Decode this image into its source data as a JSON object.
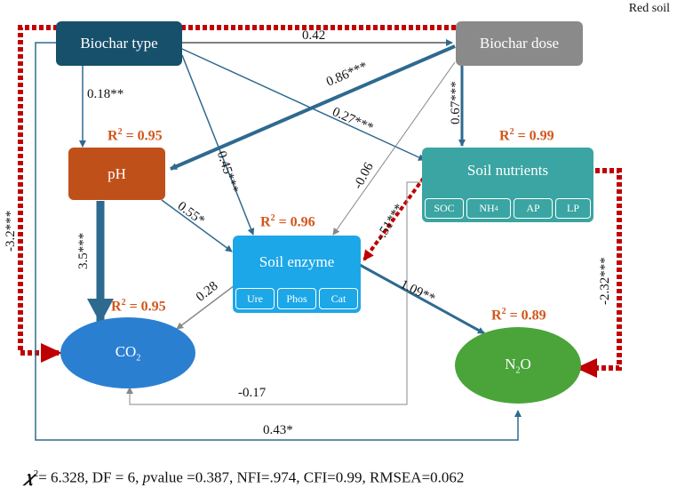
{
  "panel_label": "Red soil",
  "nodes": {
    "biochar_type": "Biochar type",
    "biochar_dose": "Biochar dose",
    "ph": "pH",
    "soil_nutrients": "Soil nutrients",
    "soil_enzyme": "Soil enzyme",
    "co2": "CO",
    "co2_sub": "2",
    "n2o_a": "N",
    "n2o_sub": "2",
    "n2o_b": "O"
  },
  "nutrient_items": [
    "SOC",
    "NH",
    "AP",
    "LP"
  ],
  "nutrient_nh4_sub": "4",
  "enzyme_items": [
    "Ure",
    "Phos",
    "Cat"
  ],
  "r2": {
    "ph": "R",
    "ph_val": " = 0.95",
    "soil_nutrients_val": " = 0.99",
    "soil_enzyme_val": " = 0.96",
    "co2_val": " = 0.95",
    "n2o_val": " = 0.89",
    "sup": "2"
  },
  "paths": [
    {
      "from": "Biochar type",
      "to": "Biochar dose",
      "coef": "0.42",
      "color": "#555555"
    },
    {
      "from": "Biochar type",
      "to": "pH",
      "coef": "0.18**",
      "color": "#2e6a8f"
    },
    {
      "from": "Biochar dose",
      "to": "pH",
      "coef": "0.86***",
      "color": "#2e6a8f"
    },
    {
      "from": "Biochar type",
      "to": "Soil nutrients",
      "coef": "0.27***",
      "color": "#2e6a8f"
    },
    {
      "from": "Biochar dose",
      "to": "Soil nutrients",
      "coef": "0.67***",
      "color": "#2e6a8f"
    },
    {
      "from": "Biochar type",
      "to": "Soil enzyme",
      "coef": "0.45***",
      "color": "#2e6a8f"
    },
    {
      "from": "Biochar dose",
      "to": "Soil enzyme",
      "coef": "-0.06",
      "color": "#888888"
    },
    {
      "from": "pH",
      "to": "Soil enzyme",
      "coef": "0.55*",
      "color": "#2e6a8f"
    },
    {
      "from": "pH",
      "to": "CO2",
      "coef": "3.5***",
      "color": "#2e6a8f"
    },
    {
      "from": "Soil nutrients",
      "to": "Soil enzyme",
      "coef": "-.51***",
      "color": "#c00000"
    },
    {
      "from": "Soil enzyme",
      "to": "CO2",
      "coef": "0.28",
      "color": "#888888"
    },
    {
      "from": "Soil enzyme",
      "to": "N2O",
      "coef": "1.09**",
      "color": "#2e6a8f"
    },
    {
      "from": "Soil nutrients",
      "to": "N2O",
      "coef": "-2.32***",
      "color": "#c00000"
    },
    {
      "from": "Biochar dose",
      "to": "CO2",
      "coef": "-3.2***",
      "color": "#c00000"
    },
    {
      "from": "Soil nutrients",
      "to": "CO2",
      "coef": "-0.17",
      "color": "#888888"
    },
    {
      "from": "Biochar type",
      "to": "N2O",
      "coef": "0.43*",
      "color": "#2e6a8f"
    }
  ],
  "fit": {
    "chi": "𝜒",
    "chi_sup": "2",
    "part1": "= 6.328, DF = 6, ",
    "p": "p",
    "part2": "value =0.387, NFI=.974, CFI=0.99, RMSEA=0.062"
  },
  "colors": {
    "biochar_type": "#17506b",
    "biochar_dose": "#8a8a8a",
    "ph": "#c0501a",
    "soil_nutrients": "#3aa5a2",
    "soil_enzyme": "#1ca7e8",
    "co2": "#2b7fd1",
    "n2o": "#4aa43a",
    "positive": "#2e6a8f",
    "negative": "#c00000",
    "r2": "#d2561b"
  }
}
